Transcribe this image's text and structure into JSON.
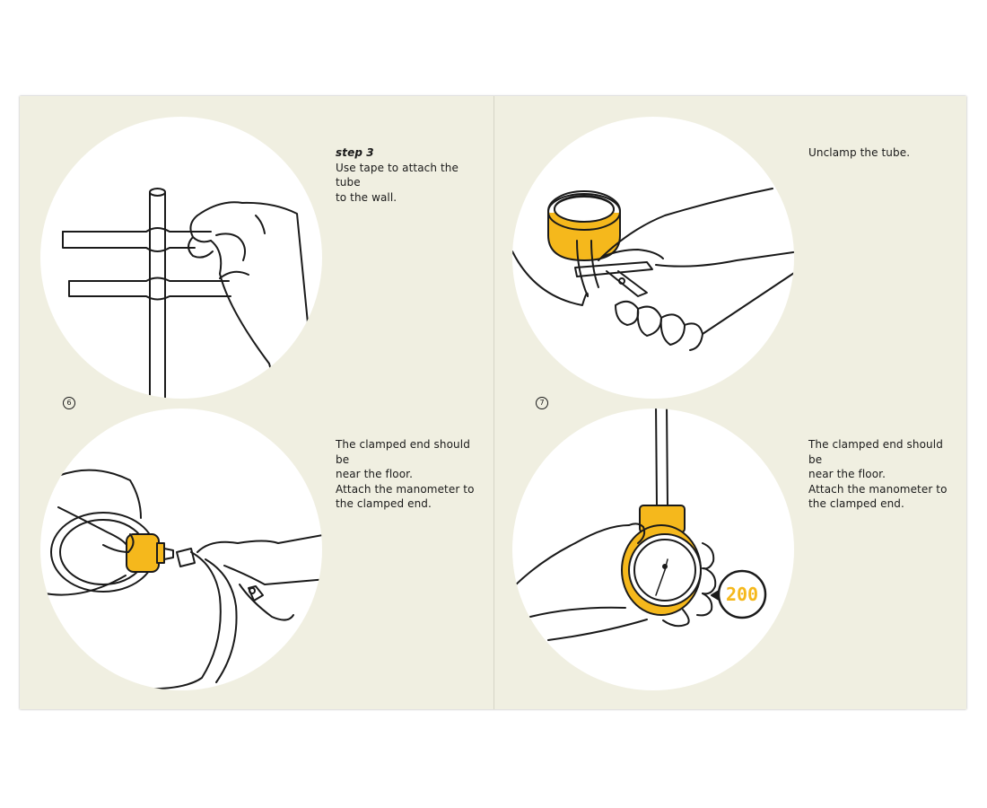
{
  "left_page": {
    "page_number": "6",
    "top": {
      "step_label": "step 3",
      "lines": [
        "Use tape to attach the tube",
        "to the wall."
      ]
    },
    "bottom": {
      "lines": [
        "The clamped end should be",
        "near the floor.",
        "Attach the manometer to",
        "the clamped end."
      ]
    }
  },
  "right_page": {
    "page_number": "7",
    "top": {
      "lines": [
        "Unclamp the tube."
      ]
    },
    "bottom": {
      "lines": [
        "The clamped end should be",
        "near the floor.",
        "Attach the manometer to",
        "the clamped end."
      ],
      "gauge_reading": "200"
    }
  },
  "colors": {
    "page_background": "#f0efe1",
    "accent_yellow": "#f5b81c",
    "line_art": "#1a1a1a"
  }
}
